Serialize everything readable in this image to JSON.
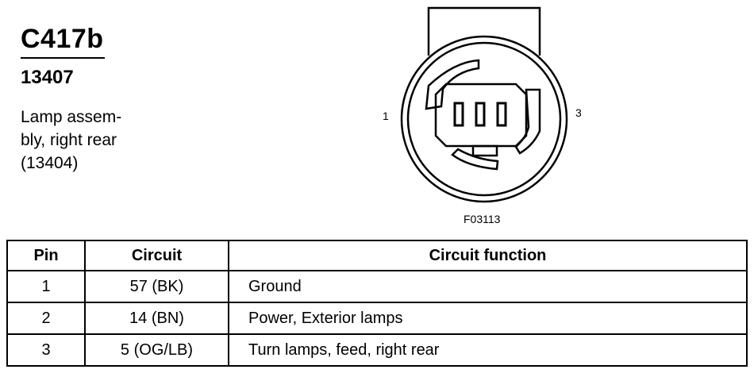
{
  "connector": {
    "id": "C417b",
    "part_number": "13407",
    "description_lines": [
      "Lamp assem-",
      "bly, right rear",
      "(13404)"
    ]
  },
  "diagram": {
    "pin_label_left": "1",
    "pin_label_right": "3",
    "figure_code": "F03113"
  },
  "table": {
    "headers": [
      "Pin",
      "Circuit",
      "Circuit function"
    ],
    "rows": [
      [
        "1",
        "57 (BK)",
        "Ground"
      ],
      [
        "2",
        "14 (BN)",
        "Power, Exterior lamps"
      ],
      [
        "3",
        "5 (OG/LB)",
        "Turn lamps, feed, right rear"
      ]
    ]
  }
}
